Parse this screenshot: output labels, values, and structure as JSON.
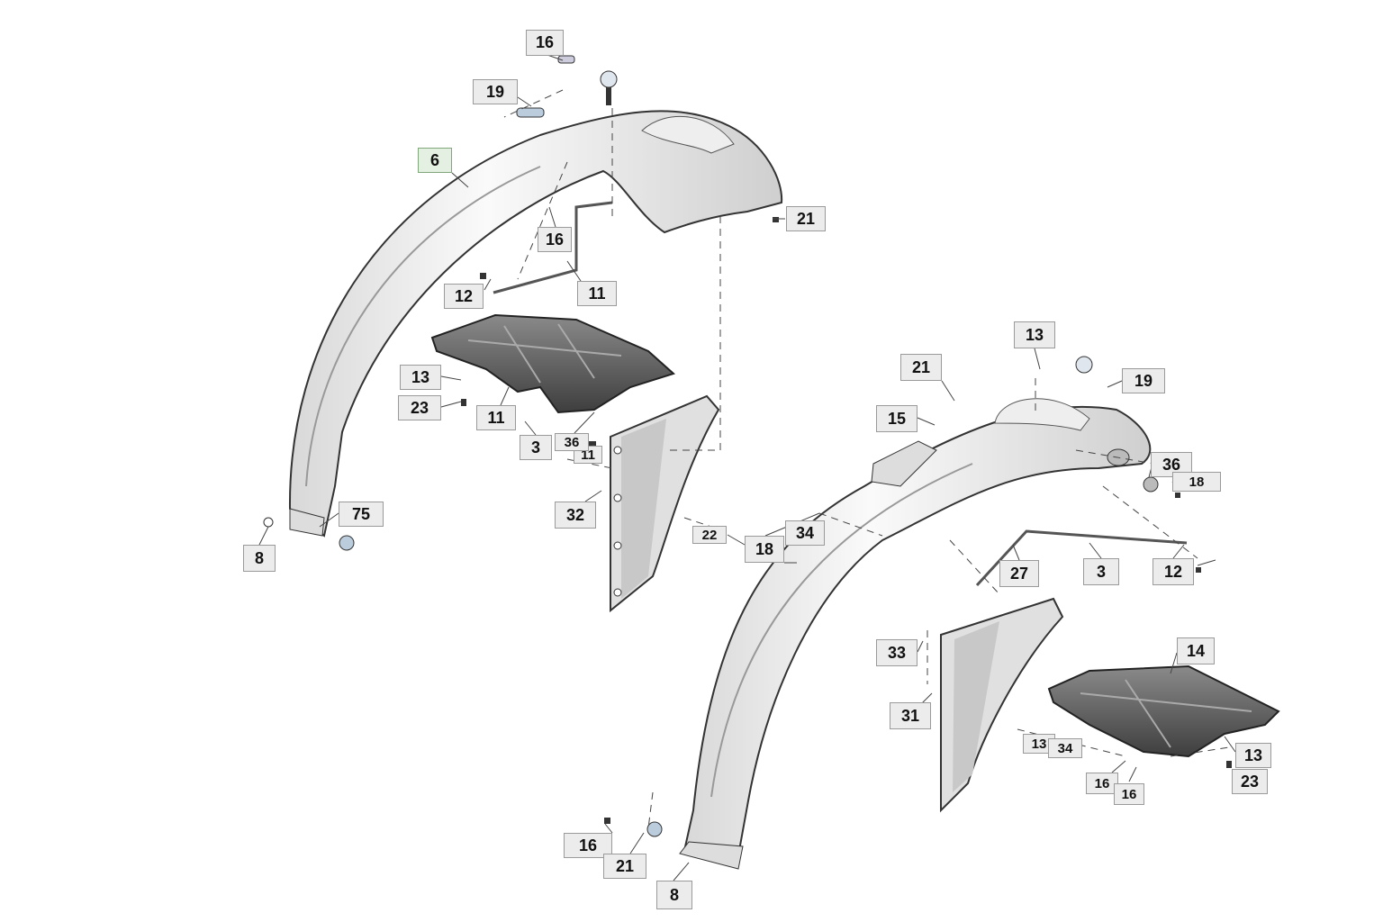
{
  "diagram": {
    "title": "Fender assembly exploded parts diagram",
    "callouts": [
      "16",
      "19",
      "6",
      "21",
      "16",
      "12",
      "11",
      "13",
      "23",
      "11",
      "3",
      "36",
      "11",
      "32",
      "75",
      "8",
      "22",
      "18",
      "34",
      "13",
      "21",
      "19",
      "15",
      "36",
      "18",
      "27",
      "3",
      "12",
      "14",
      "33",
      "31",
      "13",
      "34",
      "16",
      "16",
      "13",
      "23",
      "16",
      "21",
      "8"
    ],
    "highlighted_callout": "6",
    "colors": {
      "label_bg": "#ececec",
      "label_border": "#9a9a9a",
      "highlight_bg": "#e4f1e2",
      "part_dark": "#5a5a5a",
      "part_light": "#f4f4f4"
    }
  }
}
